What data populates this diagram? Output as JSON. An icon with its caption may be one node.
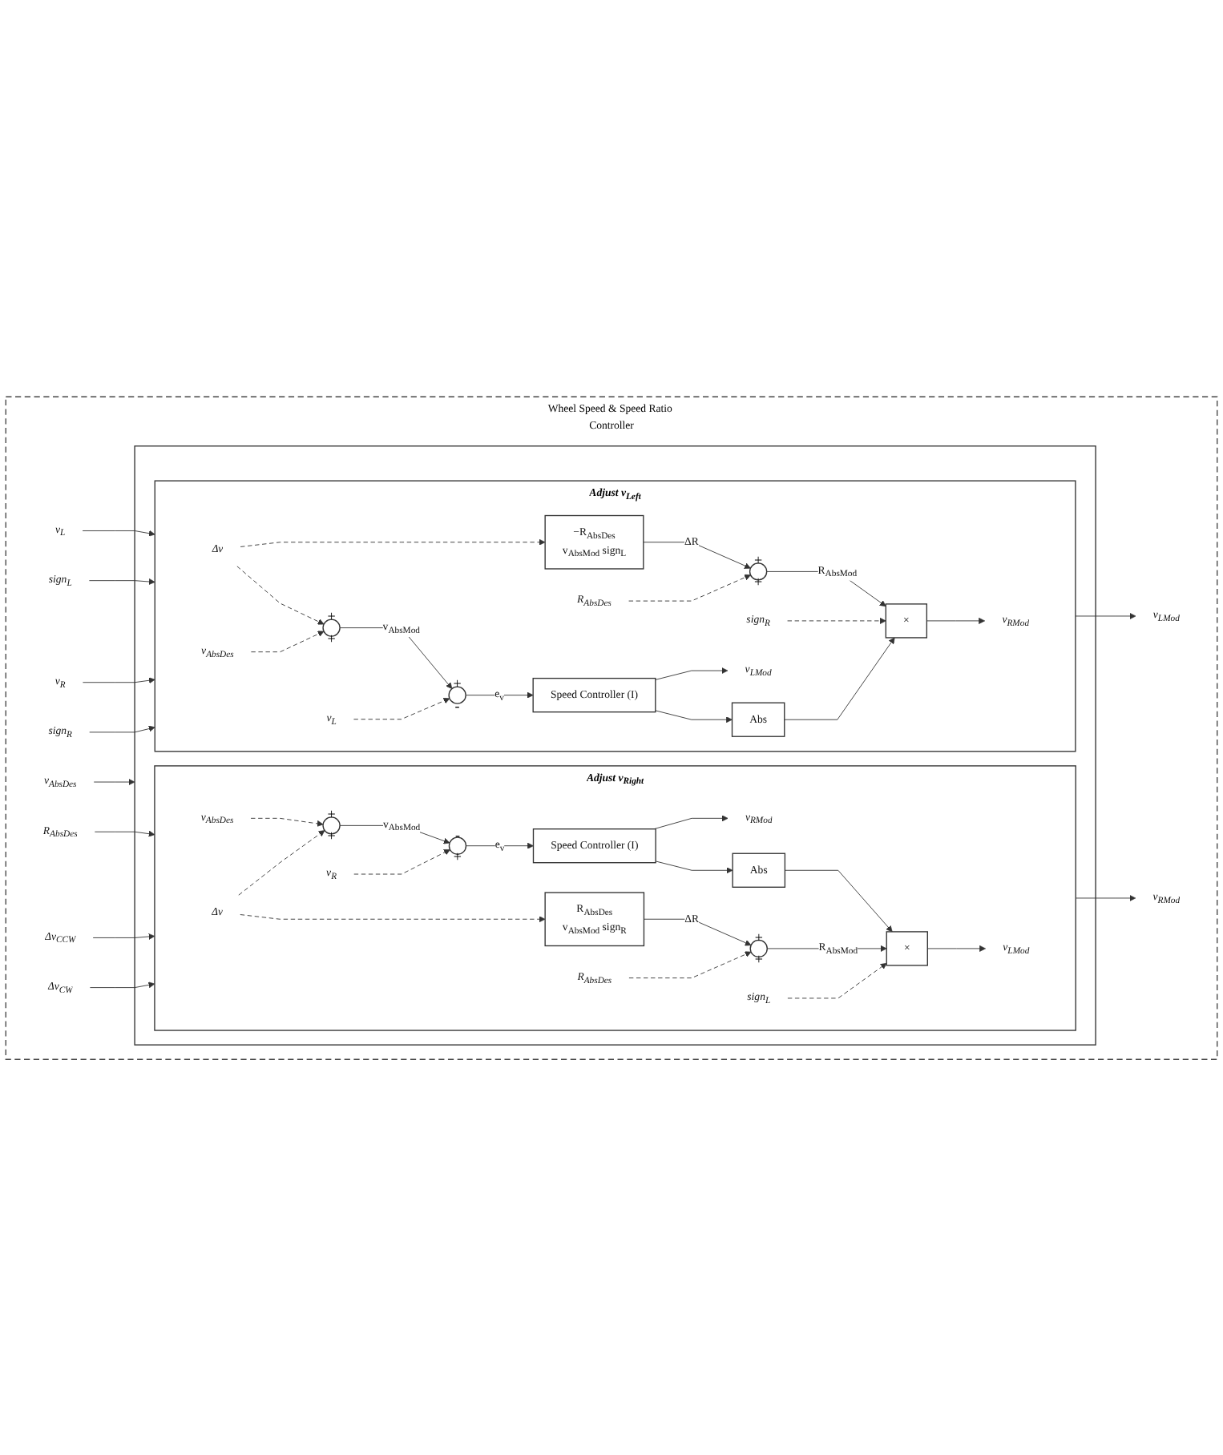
{
  "diagram": {
    "nodes": [
      {
        "text": [
          "Wheel Speed & Speed Ratio Controller"
        ]
      },
      {
        "text": [
          "v$_{L}$"
        ],
        "in": 0
      },
      {
        "text": [
          "sign$_{L}$"
        ],
        "in": 0
      },
      {
        "text": [
          "v$_{R}$"
        ],
        "in": 0
      },
      {
        "text": [
          "sign$_{R}$"
        ],
        "in": 0
      },
      {
        "text": [
          "v$_{AbsDes}$"
        ],
        "in": 0
      },
      {
        "text": [
          "R$_{AbsDes}$"
        ],
        "in": 0
      },
      {
        "text": [
          "Δv$_{CCW}$"
        ],
        "in": 0
      },
      {
        "text": [
          "Δv$_{CW}$"
        ],
        "in": 0
      },
      {
        "text": [],
        "shape": "box",
        "in": 0
      },
      {
        "text": [
          "Adjust v$_{Left}$"
        ],
        "in": 9
      },
      {
        "text": [
          "R$_{AbsDes}$"
        ],
        "in": 10
      },
      {
        "text": [
          "sign$_{R}$"
        ],
        "in": 10
      },
      {
        "text": [
          "−R$_{AbsDes}$",
          "v$_{AbsMod}$ sign$_{L}$"
        ],
        "in": 10
      },
      {
        "text": [
          "+",
          "+"
        ],
        "in": 10
      },
      {
        "text": [
          "×"
        ],
        "in": 10
      },
      {
        "text": [
          "v$_{RMod}$"
        ],
        "in": 10
      },
      {
        "text": [
          "Δv"
        ],
        "in": 10
      },
      {
        "text": [
          "Abs"
        ],
        "in": 10
      },
      {
        "text": [
          "+",
          "+"
        ],
        "in": 10
      },
      {
        "text": [
          "+",
          "-"
        ],
        "in": 10
      },
      {
        "text": [
          "Speed Controller (I)"
        ],
        "in": 10
      },
      {
        "text": [
          "v$_{LMod}$"
        ],
        "in": 10
      },
      {
        "text": [
          "v$_{AbsDes}$"
        ],
        "in": 10
      },
      {
        "text": [
          "v$_{L}$"
        ],
        "in": 10
      },
      {
        "text": [
          "Adjust v$_{Right}$"
        ],
        "in": 9
      },
      {
        "text": [
          "v$_{AbsDes}$"
        ],
        "in": 25
      },
      {
        "text": [
          "v$_{R}$"
        ],
        "in": 25
      },
      {
        "text": [
          "+",
          "+"
        ],
        "in": 25
      },
      {
        "text": [
          "-",
          "+"
        ],
        "in": 25
      },
      {
        "text": [
          "Speed Controller (I)"
        ],
        "in": 25
      },
      {
        "text": [
          "v$_{RMod}$"
        ],
        "in": 25
      },
      {
        "text": [
          "Δv"
        ],
        "in": 25
      },
      {
        "text": [
          "Abs"
        ],
        "in": 25
      },
      {
        "text": [
          "R$_{AbsDes}$",
          "v$_{AbsMod}$ sign$_{R}$"
        ],
        "in": 25
      },
      {
        "text": [
          "+",
          "+"
        ],
        "in": 25
      },
      {
        "text": [
          "×"
        ],
        "in": 25
      },
      {
        "text": [
          "v$_{LMod}$"
        ],
        "in": 25
      },
      {
        "text": [
          "R$_{AbsDes}$"
        ],
        "in": 25
      },
      {
        "text": [
          "sign$_{L}$"
        ],
        "in": 25
      },
      {
        "text": [
          "v$_{LMod}$"
        ],
        "in": 0
      },
      {
        "text": [
          "v$_{RMod}$"
        ],
        "in": 0
      }
    ],
    "edges": [
      {
        "from": 1,
        "to": 10,
        "arrow": "to"
      },
      {
        "from": 2,
        "to": 10,
        "arrow": "to"
      },
      {
        "from": 3,
        "to": 10,
        "arrow": "to"
      },
      {
        "from": 4,
        "to": 10,
        "arrow": "to"
      },
      {
        "from": 5,
        "to": 9,
        "arrow": "to"
      },
      {
        "from": 6,
        "to": 25,
        "arrow": "to"
      },
      {
        "from": 7,
        "to": 25,
        "arrow": "to"
      },
      {
        "from": 8,
        "to": 25,
        "arrow": "to"
      },
      {
        "from": 17,
        "to": 13,
        "arrow": "to",
        "style": "dashed"
      },
      {
        "from": 17,
        "to": 19,
        "arrow": "to",
        "style": "dashed"
      },
      {
        "from": 13,
        "to": 14,
        "arrow": "to",
        "label": "ΔR"
      },
      {
        "from": 11,
        "to": 14,
        "arrow": "to",
        "style": "dashed"
      },
      {
        "from": 14,
        "to": 15,
        "arrow": "to",
        "label": "R$_{AbsMod}$"
      },
      {
        "from": 12,
        "to": 15,
        "arrow": "to",
        "style": "dashed"
      },
      {
        "from": 15,
        "to": 16,
        "arrow": "to"
      },
      {
        "from": 19,
        "to": 20,
        "arrow": "to",
        "label": "v$_{AbsMod}$"
      },
      {
        "from": 23,
        "to": 19,
        "arrow": "to",
        "style": "dashed"
      },
      {
        "from": 24,
        "to": 20,
        "arrow": "to",
        "style": "dashed"
      },
      {
        "from": 20,
        "to": 21,
        "arrow": "to",
        "label": "e$_{v}$"
      },
      {
        "from": 21,
        "to": 22,
        "arrow": "to"
      },
      {
        "from": 21,
        "to": 18,
        "arrow": "to"
      },
      {
        "from": 18,
        "to": 15,
        "arrow": "to"
      },
      {
        "from": 32,
        "to": 28,
        "arrow": "to",
        "style": "dashed"
      },
      {
        "from": 32,
        "to": 34,
        "arrow": "to",
        "style": "dashed"
      },
      {
        "from": 26,
        "to": 28,
        "arrow": "to",
        "style": "dashed"
      },
      {
        "from": 28,
        "to": 29,
        "arrow": "to",
        "label": "v$_{AbsMod}$"
      },
      {
        "from": 27,
        "to": 29,
        "arrow": "to",
        "style": "dashed"
      },
      {
        "from": 29,
        "to": 30,
        "arrow": "to",
        "label": "e$_{v}$"
      },
      {
        "from": 30,
        "to": 31,
        "arrow": "to"
      },
      {
        "from": 30,
        "to": 33,
        "arrow": "to"
      },
      {
        "from": 33,
        "to": 36,
        "arrow": "to"
      },
      {
        "from": 34,
        "to": 35,
        "arrow": "to",
        "label": "ΔR"
      },
      {
        "from": 38,
        "to": 35,
        "arrow": "to",
        "style": "dashed"
      },
      {
        "from": 35,
        "to": 36,
        "arrow": "to",
        "label": "R$_{AbsMod}$"
      },
      {
        "from": 39,
        "to": 36,
        "arrow": "to",
        "style": "dashed"
      },
      {
        "from": 36,
        "to": 37,
        "arrow": "to"
      },
      {
        "from": 10,
        "to": 40,
        "arrow": "to"
      },
      {
        "from": 25,
        "to": 41,
        "arrow": "to"
      }
    ]
  }
}
